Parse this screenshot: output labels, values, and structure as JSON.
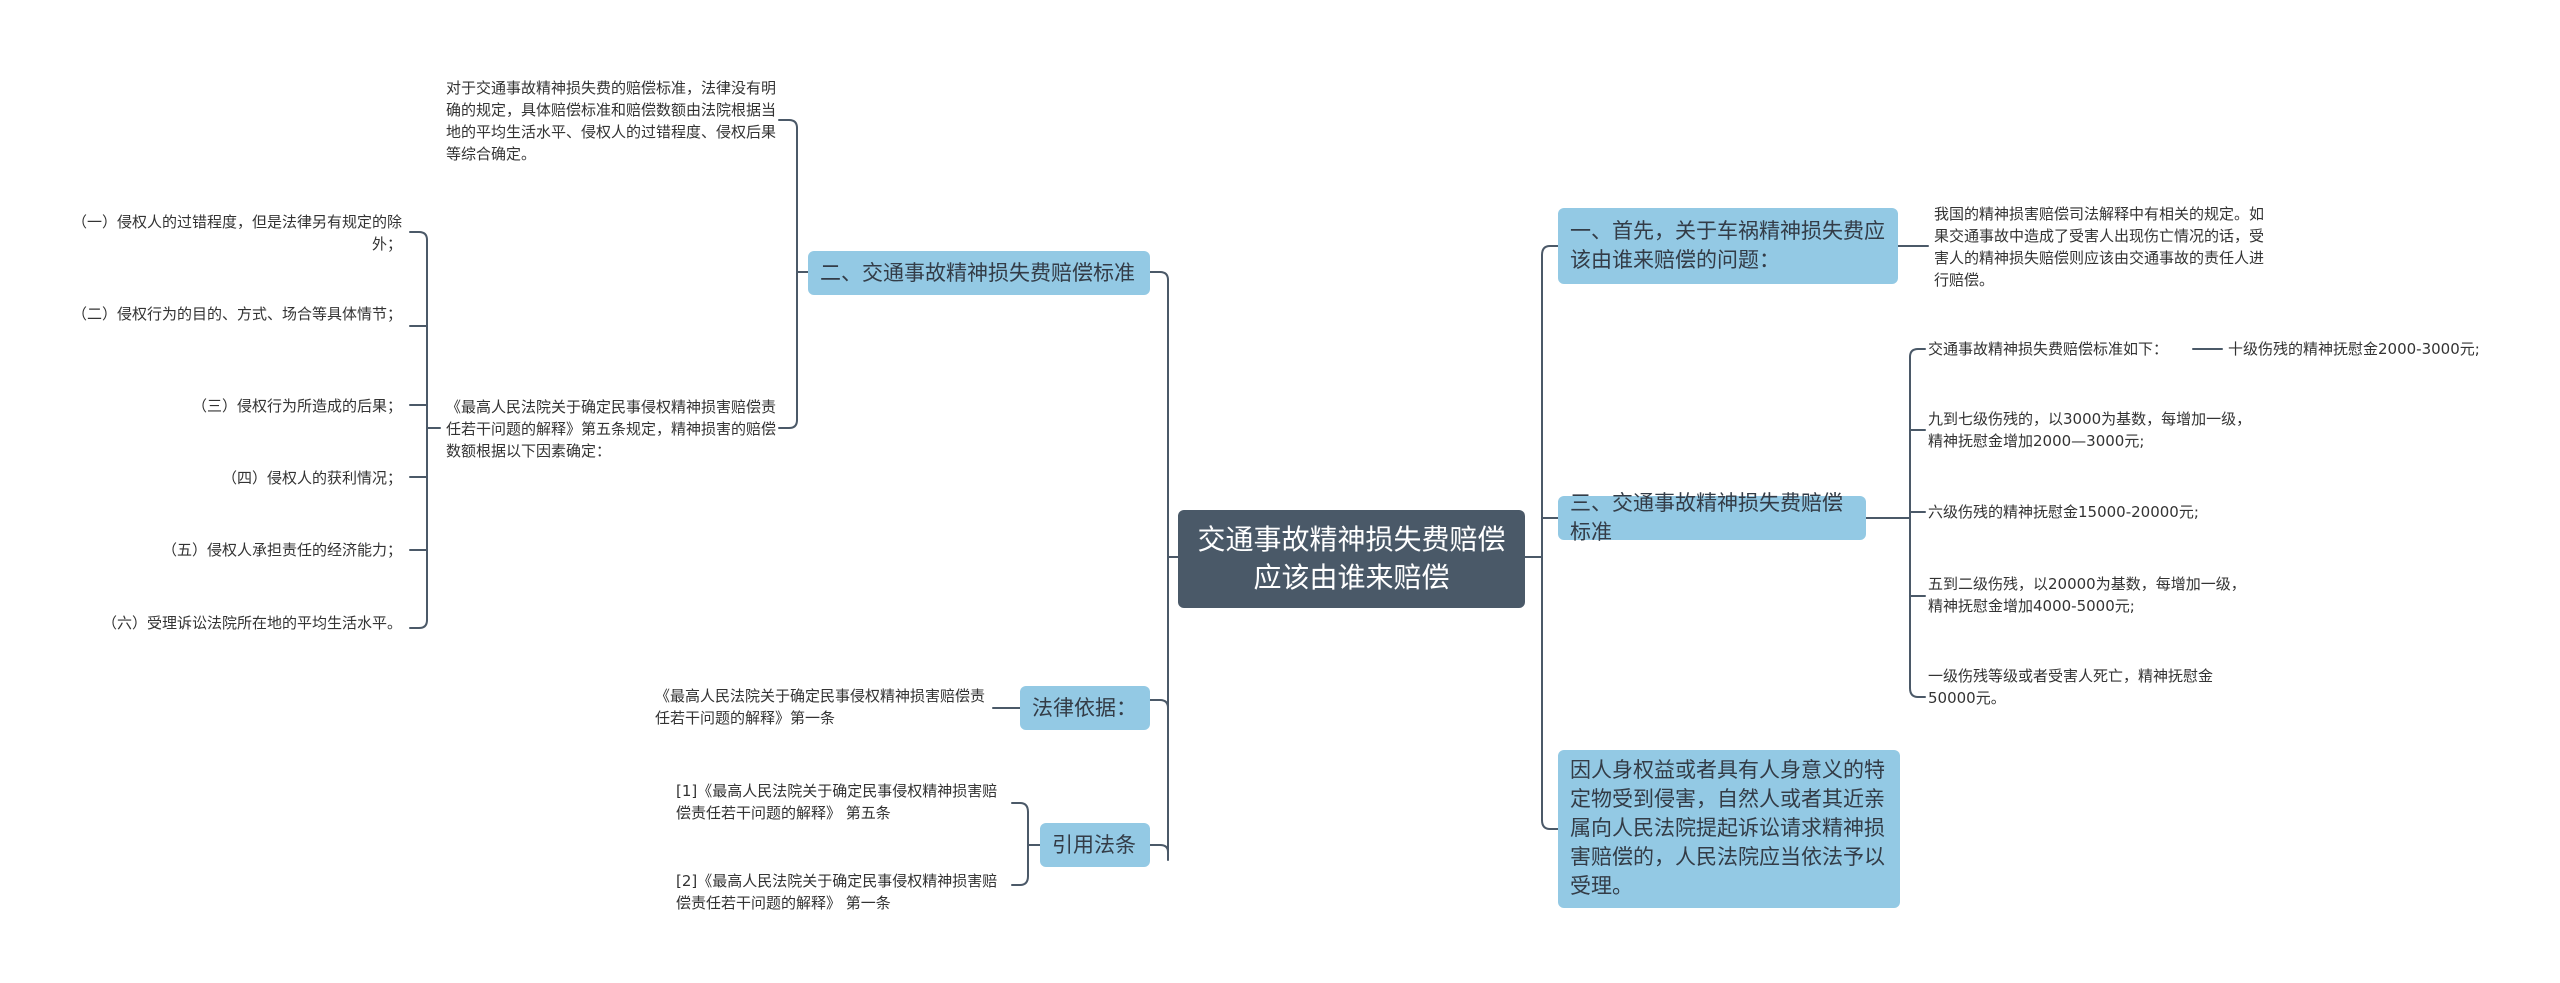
{
  "root": {
    "title": "交通事故精神损失费赔偿应该由谁来赔偿"
  },
  "left": {
    "standard": {
      "label": "二、交通事故精神损失费赔偿标准",
      "note": "对于交通事故精神损失费的赔偿标准，法律没有明确的规定，具体赔偿标准和赔偿数额由法院根据当地的平均生活水平、侵权人的过错程度、侵权后果等综合确定。",
      "interpretation": "《最高人民法院关于确定民事侵权精神损害赔偿责任若干问题的解释》第五条规定，精神损害的赔偿数额根据以下因素确定：",
      "factors": [
        "（一）侵权人的过错程度，但是法律另有规定的除外；",
        "（二）侵权行为的目的、方式、场合等具体情节；",
        "（三）侵权行为所造成的后果；",
        "（四）侵权人的获利情况；",
        "（五）侵权人承担责任的经济能力；",
        "（六）受理诉讼法院所在地的平均生活水平。"
      ]
    },
    "legal_basis": {
      "label": "法律依据：",
      "item": "《最高人民法院关于确定民事侵权精神损害赔偿责任若干问题的解释》第一条"
    },
    "citations": {
      "label": "引用法条",
      "items": [
        "[1]《最高人民法院关于确定民事侵权精神损害赔偿责任若干问题的解释》 第五条",
        "[2]《最高人民法院关于确定民事侵权精神损害赔偿责任若干问题的解释》 第一条"
      ]
    }
  },
  "right": {
    "who_pays": {
      "label": "一、首先，关于车祸精神损失费应该由谁来赔偿的问题：",
      "detail": "我国的精神损害赔偿司法解释中有相关的规定。如果交通事故中造成了受害人出现伤亡情况的话，受害人的精神损失赔偿则应该由交通事故的责任人进行赔偿。"
    },
    "standard": {
      "label": "三、交通事故精神损失费赔偿标准",
      "intro": "交通事故精神损失费赔偿标准如下：",
      "intro_child": "十级伤残的精神抚慰金2000-3000元;",
      "items": [
        "九到七级伤残的，以3000为基数，每增加一级，精神抚慰金增加2000—3000元;",
        "六级伤残的精神抚慰金15000-20000元;",
        "五到二级伤残，以20000为基数，每增加一级，精神抚慰金增加4000-5000元;",
        "一级伤残等级或者受害人死亡，精神抚慰金50000元。"
      ]
    },
    "lawsuit": {
      "label": "因人身权益或者具有人身意义的特定物受到侵害，自然人或者其近亲属向人民法院提起诉讼请求精神损害赔偿的，人民法院应当依法予以受理。"
    },
    "colors": {
      "root": "#4a5968",
      "branch": "#93c9e4",
      "line": "#4b5968"
    }
  }
}
